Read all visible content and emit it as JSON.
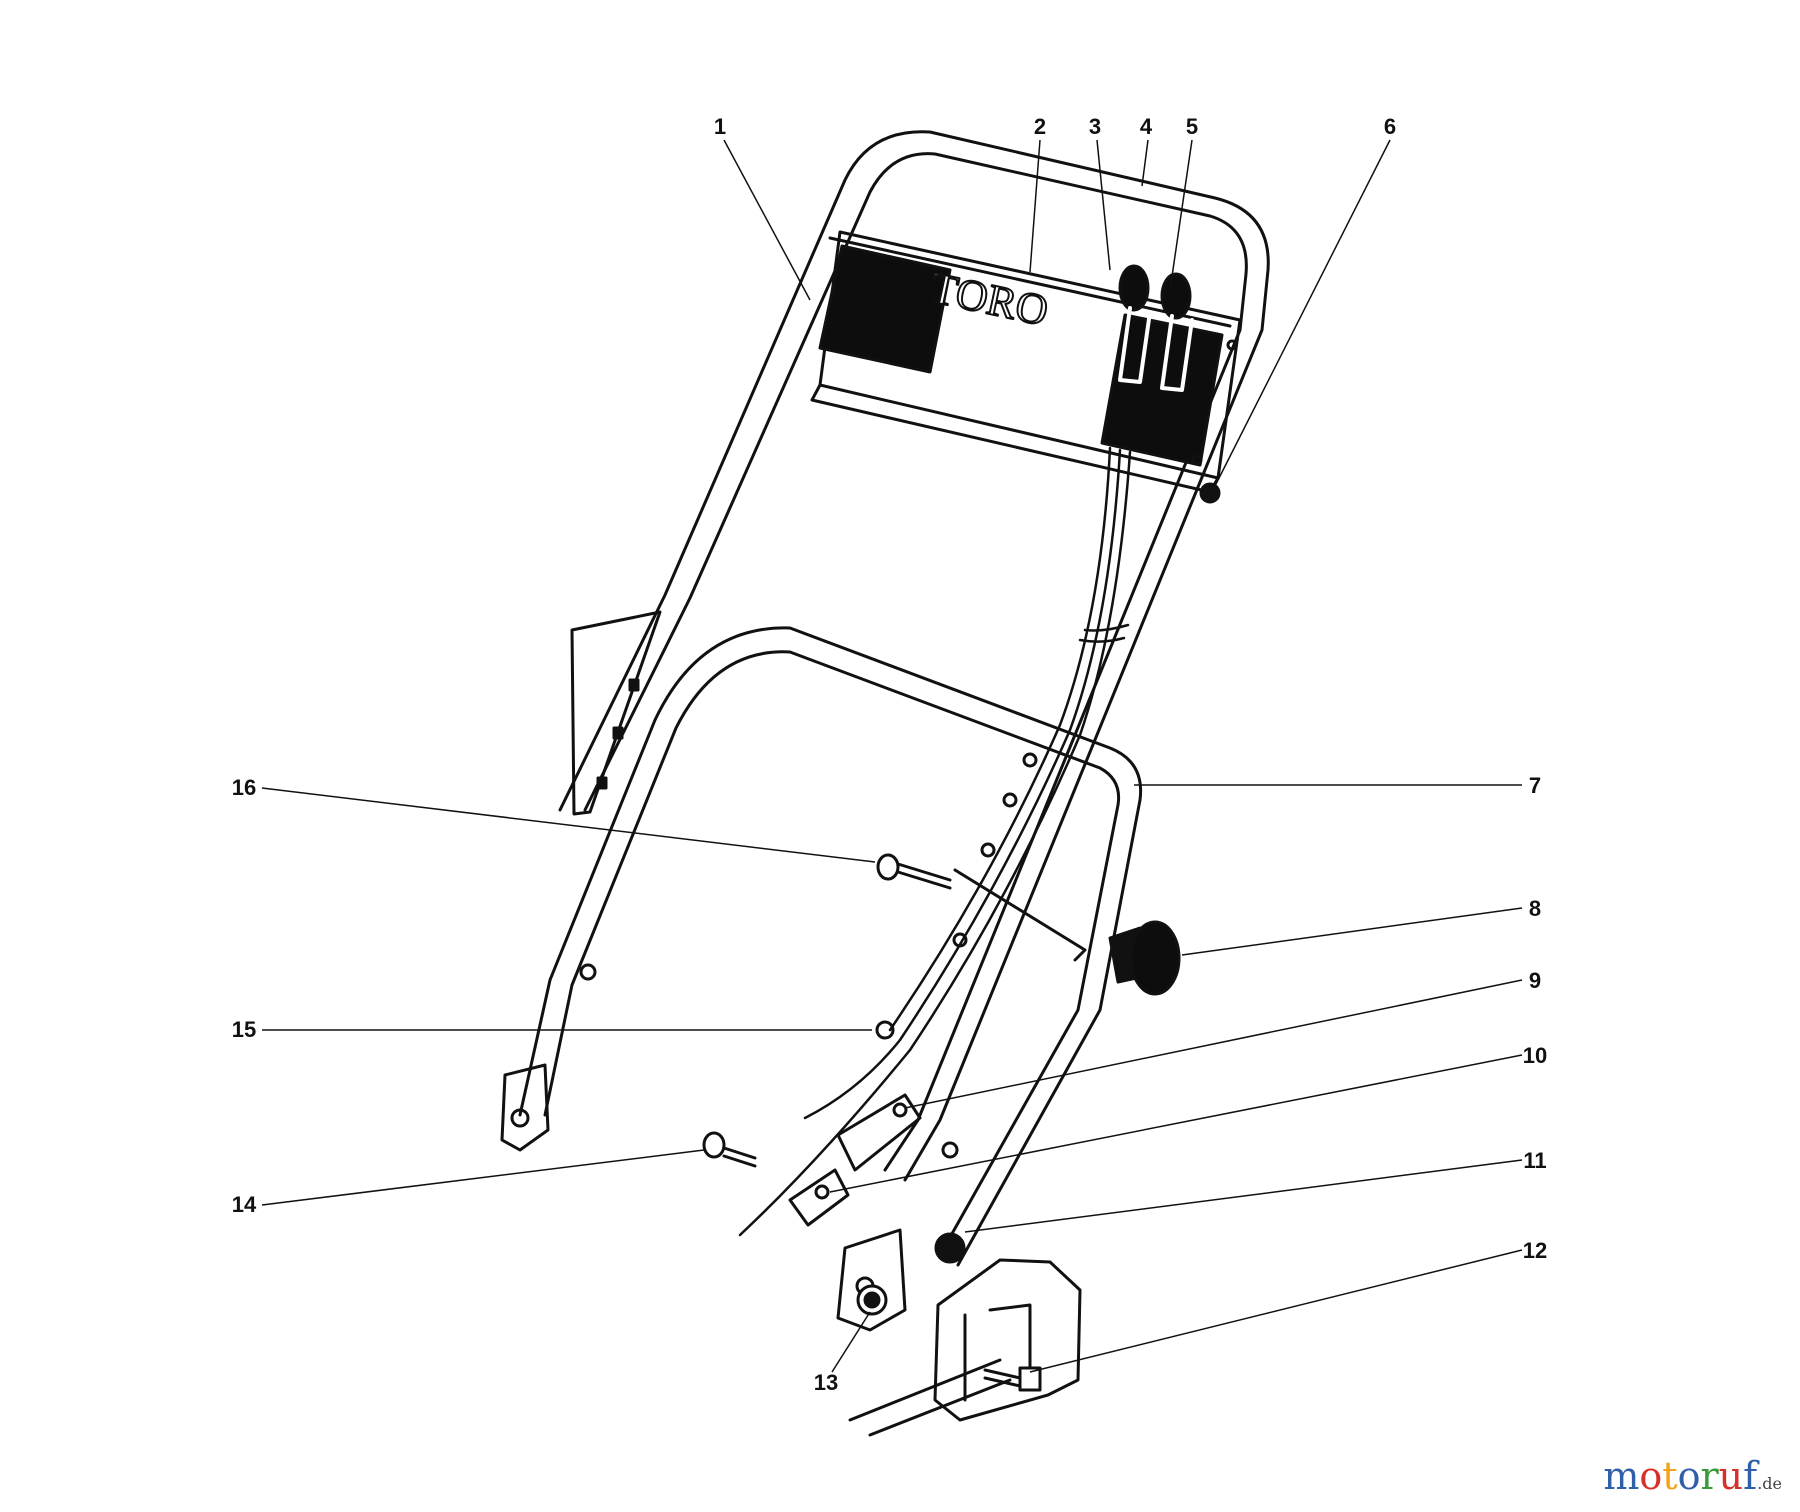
{
  "diagram": {
    "brand_label": "TORO",
    "callouts": [
      "1",
      "2",
      "3",
      "4",
      "5",
      "6",
      "7",
      "8",
      "9",
      "10",
      "11",
      "12",
      "13",
      "14",
      "15",
      "16"
    ]
  },
  "watermark": {
    "letters": [
      {
        "ch": "m",
        "color": "#2f5fa8"
      },
      {
        "ch": "o",
        "color": "#d7302a"
      },
      {
        "ch": "t",
        "color": "#f2a31c"
      },
      {
        "ch": "o",
        "color": "#2f5fa8"
      },
      {
        "ch": "r",
        "color": "#3a9a3a"
      },
      {
        "ch": "u",
        "color": "#d7302a"
      },
      {
        "ch": "f",
        "color": "#2f5fa8"
      }
    ],
    "domain": ".de"
  }
}
